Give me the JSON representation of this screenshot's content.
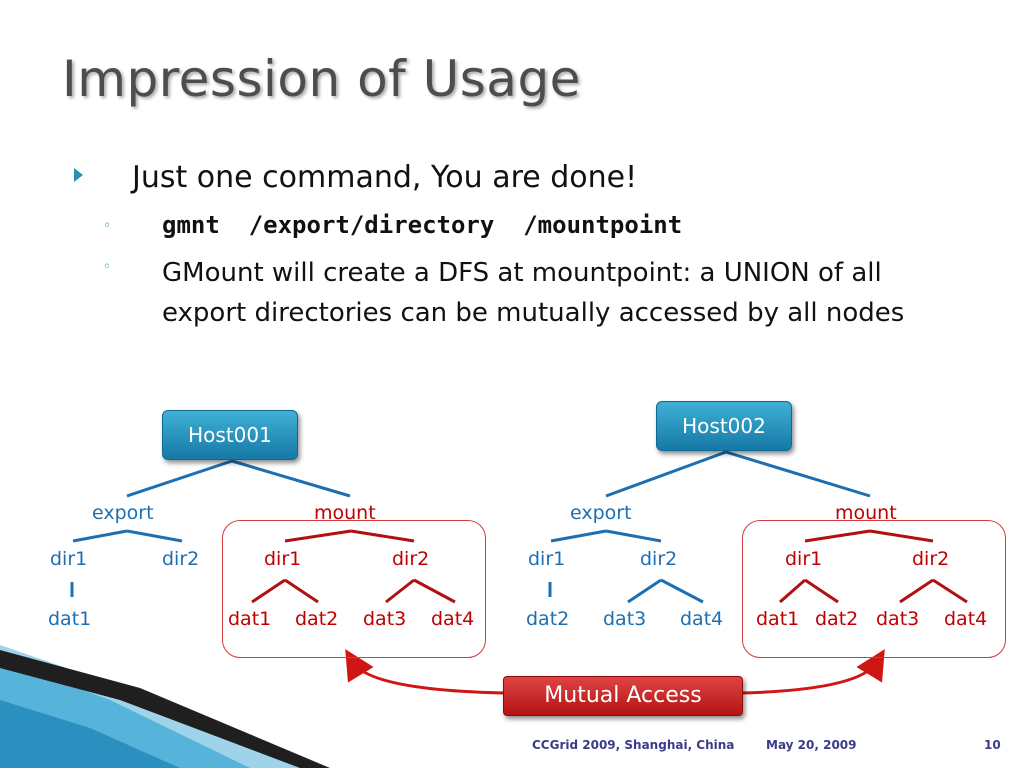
{
  "slide": {
    "title": "Impression of Usage",
    "bullet1": "Just one command, You are done!",
    "sub1": "gmnt  /export/directory  /mountpoint",
    "sub2": "GMount will create a DFS at mountpoint: a UNION of all export directories can be mutually accessed by all nodes"
  },
  "diagram": {
    "host1": {
      "name": "Host001",
      "export_label": "export",
      "mount_label": "mount",
      "export_dirs": [
        "dir1",
        "dir2"
      ],
      "export_files": [
        "dat1"
      ],
      "mount_dirs": [
        "dir1",
        "dir2"
      ],
      "mount_files": [
        "dat1",
        "dat2",
        "dat3",
        "dat4"
      ]
    },
    "host2": {
      "name": "Host002",
      "export_label": "export",
      "mount_label": "mount",
      "export_dirs": [
        "dir1",
        "dir2"
      ],
      "export_files": [
        "dat2",
        "dat3",
        "dat4"
      ],
      "mount_dirs": [
        "dir1",
        "dir2"
      ],
      "mount_files": [
        "dat1",
        "dat2",
        "dat3",
        "dat4"
      ]
    },
    "mutual_access_label": "Mutual Access",
    "colors": {
      "export": "#1d6fb1",
      "mount": "#c00000",
      "accent": "#2a8fb0"
    }
  },
  "footer": {
    "venue": "CCGrid 2009, Shanghai, China",
    "date": "May 20, 2009",
    "page": "10"
  }
}
